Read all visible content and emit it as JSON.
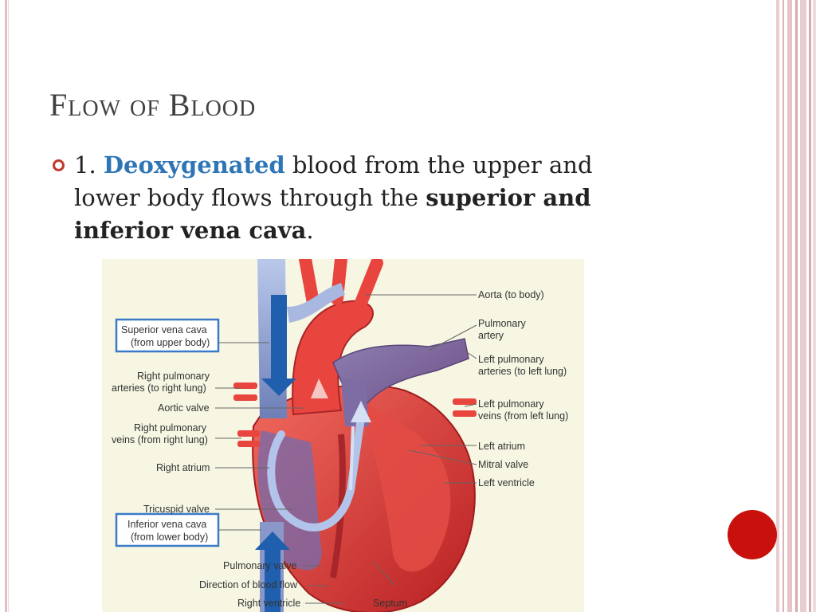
{
  "slide": {
    "title": "Flow of Blood",
    "bullet": {
      "number": "1.",
      "highlight": "Deoxygenated",
      "text1": " blood from the upper and lower body flows through the ",
      "bold_text": "superior and inferior vena cava",
      "end": "."
    }
  },
  "diagram": {
    "labels_left": {
      "svc": [
        "Superior vena cava",
        "(from upper body)"
      ],
      "rpa": [
        "Right pulmonary",
        "arteries (to right lung)"
      ],
      "aortic_valve": "Aortic valve",
      "rpv": [
        "Right pulmonary",
        "veins (from right lung)"
      ],
      "right_atrium": "Right atrium",
      "tricuspid": "Tricuspid valve",
      "ivc": [
        "Inferior vena cava",
        "(from lower body)"
      ],
      "pulmonary_valve": "Pulmonary valve",
      "direction": "Direction of blood flow",
      "right_ventricle": "Right ventricle"
    },
    "labels_right": {
      "aorta": "Aorta (to body)",
      "pulm_artery": [
        "Pulmonary",
        "artery"
      ],
      "lpa": [
        "Left pulmonary",
        "arteries (to left lung)"
      ],
      "lpv": [
        "Left pulmonary",
        "veins (from left lung)"
      ],
      "left_atrium": "Left atrium",
      "mitral": "Mitral valve",
      "left_ventricle": "Left ventricle"
    },
    "septum": "Septum",
    "colors": {
      "oxygenated": "#d8332f",
      "deoxygenated": "#7e8fc4",
      "arrow_blue": "#1f5fae",
      "box_border": "#3a7bc8"
    }
  },
  "decor": {
    "accent": "#c8100c",
    "rule_color": "#e2bfc3"
  }
}
